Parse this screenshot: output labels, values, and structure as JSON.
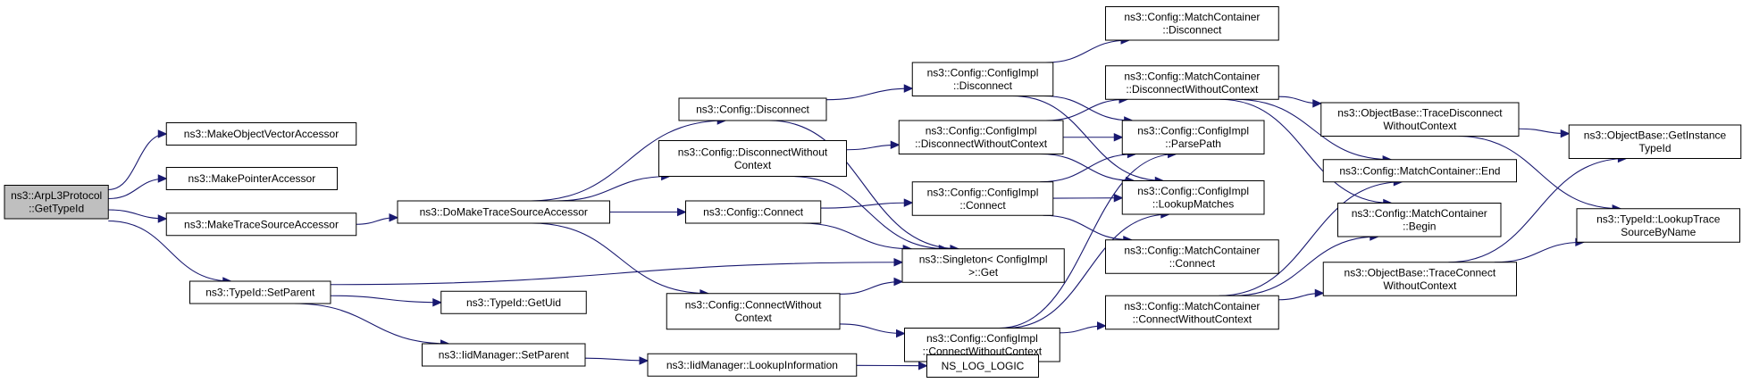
{
  "diagram": {
    "nodes": [
      {
        "id": "root",
        "lines": [
          "ns3::ArpL3Protocol",
          "::GetTypeId"
        ],
        "root": true
      },
      {
        "id": "mova",
        "lines": [
          "ns3::MakeObjectVectorAccessor"
        ]
      },
      {
        "id": "mpa",
        "lines": [
          "ns3::MakePointerAccessor"
        ]
      },
      {
        "id": "mtsa",
        "lines": [
          "ns3::MakeTraceSourceAccessor"
        ]
      },
      {
        "id": "sp",
        "lines": [
          "ns3::TypeId::SetParent"
        ]
      },
      {
        "id": "dmtsa",
        "lines": [
          "ns3::DoMakeTraceSourceAccessor"
        ]
      },
      {
        "id": "gu",
        "lines": [
          "ns3::TypeId::GetUid"
        ]
      },
      {
        "id": "imsp",
        "lines": [
          "ns3::IidManager::SetParent"
        ]
      },
      {
        "id": "cdis",
        "lines": [
          "ns3::Config::Disconnect"
        ]
      },
      {
        "id": "cdwc",
        "lines": [
          "ns3::Config::DisconnectWithout",
          "Context"
        ]
      },
      {
        "id": "ccon",
        "lines": [
          "ns3::Config::Connect"
        ]
      },
      {
        "id": "ccwc",
        "lines": [
          "ns3::Config::ConnectWithout",
          "Context"
        ]
      },
      {
        "id": "imli",
        "lines": [
          "ns3::IidManager::LookupInformation"
        ]
      },
      {
        "id": "cidis",
        "lines": [
          "ns3::Config::ConfigImpl",
          "::Disconnect"
        ]
      },
      {
        "id": "cidwc",
        "lines": [
          "ns3::Config::ConfigImpl",
          "::DisconnectWithoutContext"
        ]
      },
      {
        "id": "cicon",
        "lines": [
          "ns3::Config::ConfigImpl",
          "::Connect"
        ]
      },
      {
        "id": "sing",
        "lines": [
          "ns3::Singleton< ConfigImpl",
          " >::Get"
        ]
      },
      {
        "id": "cicwc",
        "lines": [
          "ns3::Config::ConfigImpl",
          "::ConnectWithoutContext"
        ]
      },
      {
        "id": "nll",
        "lines": [
          "NS_LOG_LOGIC"
        ]
      },
      {
        "id": "mcdis",
        "lines": [
          "ns3::Config::MatchContainer",
          "::Disconnect"
        ]
      },
      {
        "id": "mcdwc",
        "lines": [
          "ns3::Config::MatchContainer",
          "::DisconnectWithoutContext"
        ]
      },
      {
        "id": "pp",
        "lines": [
          "ns3::Config::ConfigImpl",
          "::ParsePath"
        ]
      },
      {
        "id": "lm",
        "lines": [
          "ns3::Config::ConfigImpl",
          "::LookupMatches"
        ]
      },
      {
        "id": "mccon",
        "lines": [
          "ns3::Config::MatchContainer",
          "::Connect"
        ]
      },
      {
        "id": "mccwc",
        "lines": [
          "ns3::Config::MatchContainer",
          "::ConnectWithoutContext"
        ]
      },
      {
        "id": "obtd",
        "lines": [
          "ns3::ObjectBase::TraceDisconnect",
          "WithoutContext"
        ]
      },
      {
        "id": "mcend",
        "lines": [
          "ns3::Config::MatchContainer::End"
        ]
      },
      {
        "id": "mcbeg",
        "lines": [
          "ns3::Config::MatchContainer",
          "::Begin"
        ]
      },
      {
        "id": "obtc",
        "lines": [
          "ns3::ObjectBase::TraceConnect",
          "WithoutContext"
        ]
      },
      {
        "id": "obgi",
        "lines": [
          "ns3::ObjectBase::GetInstance",
          "TypeId"
        ]
      },
      {
        "id": "tilt",
        "lines": [
          "ns3::TypeId::LookupTrace",
          "SourceByName"
        ]
      }
    ],
    "edges": [
      [
        "root",
        "mova"
      ],
      [
        "root",
        "mpa"
      ],
      [
        "root",
        "mtsa"
      ],
      [
        "root",
        "sp"
      ],
      [
        "mtsa",
        "dmtsa"
      ],
      [
        "sp",
        "sing"
      ],
      [
        "sp",
        "gu"
      ],
      [
        "sp",
        "imsp"
      ],
      [
        "dmtsa",
        "cdis"
      ],
      [
        "dmtsa",
        "cdwc"
      ],
      [
        "dmtsa",
        "ccon"
      ],
      [
        "dmtsa",
        "ccwc"
      ],
      [
        "imsp",
        "imli"
      ],
      [
        "imli",
        "nll"
      ],
      [
        "cdis",
        "cidis"
      ],
      [
        "cdis",
        "sing"
      ],
      [
        "cdwc",
        "cidwc"
      ],
      [
        "cdwc",
        "sing"
      ],
      [
        "ccon",
        "cicon"
      ],
      [
        "ccon",
        "sing"
      ],
      [
        "ccwc",
        "sing"
      ],
      [
        "ccwc",
        "cicwc"
      ],
      [
        "cidis",
        "mcdis"
      ],
      [
        "cidis",
        "pp"
      ],
      [
        "cidis",
        "lm"
      ],
      [
        "cidwc",
        "mcdwc"
      ],
      [
        "cidwc",
        "pp"
      ],
      [
        "cidwc",
        "lm"
      ],
      [
        "cicon",
        "pp"
      ],
      [
        "cicon",
        "lm"
      ],
      [
        "cicon",
        "mccon"
      ],
      [
        "cicwc",
        "pp"
      ],
      [
        "cicwc",
        "lm"
      ],
      [
        "cicwc",
        "mccwc"
      ],
      [
        "mcdwc",
        "obtd"
      ],
      [
        "mcdwc",
        "mcend"
      ],
      [
        "mcdwc",
        "mcbeg"
      ],
      [
        "mccwc",
        "mcend"
      ],
      [
        "mccwc",
        "mcbeg"
      ],
      [
        "mccwc",
        "obtc"
      ],
      [
        "obtd",
        "obgi"
      ],
      [
        "obtd",
        "tilt"
      ],
      [
        "obtc",
        "obgi"
      ],
      [
        "obtc",
        "tilt"
      ]
    ]
  }
}
